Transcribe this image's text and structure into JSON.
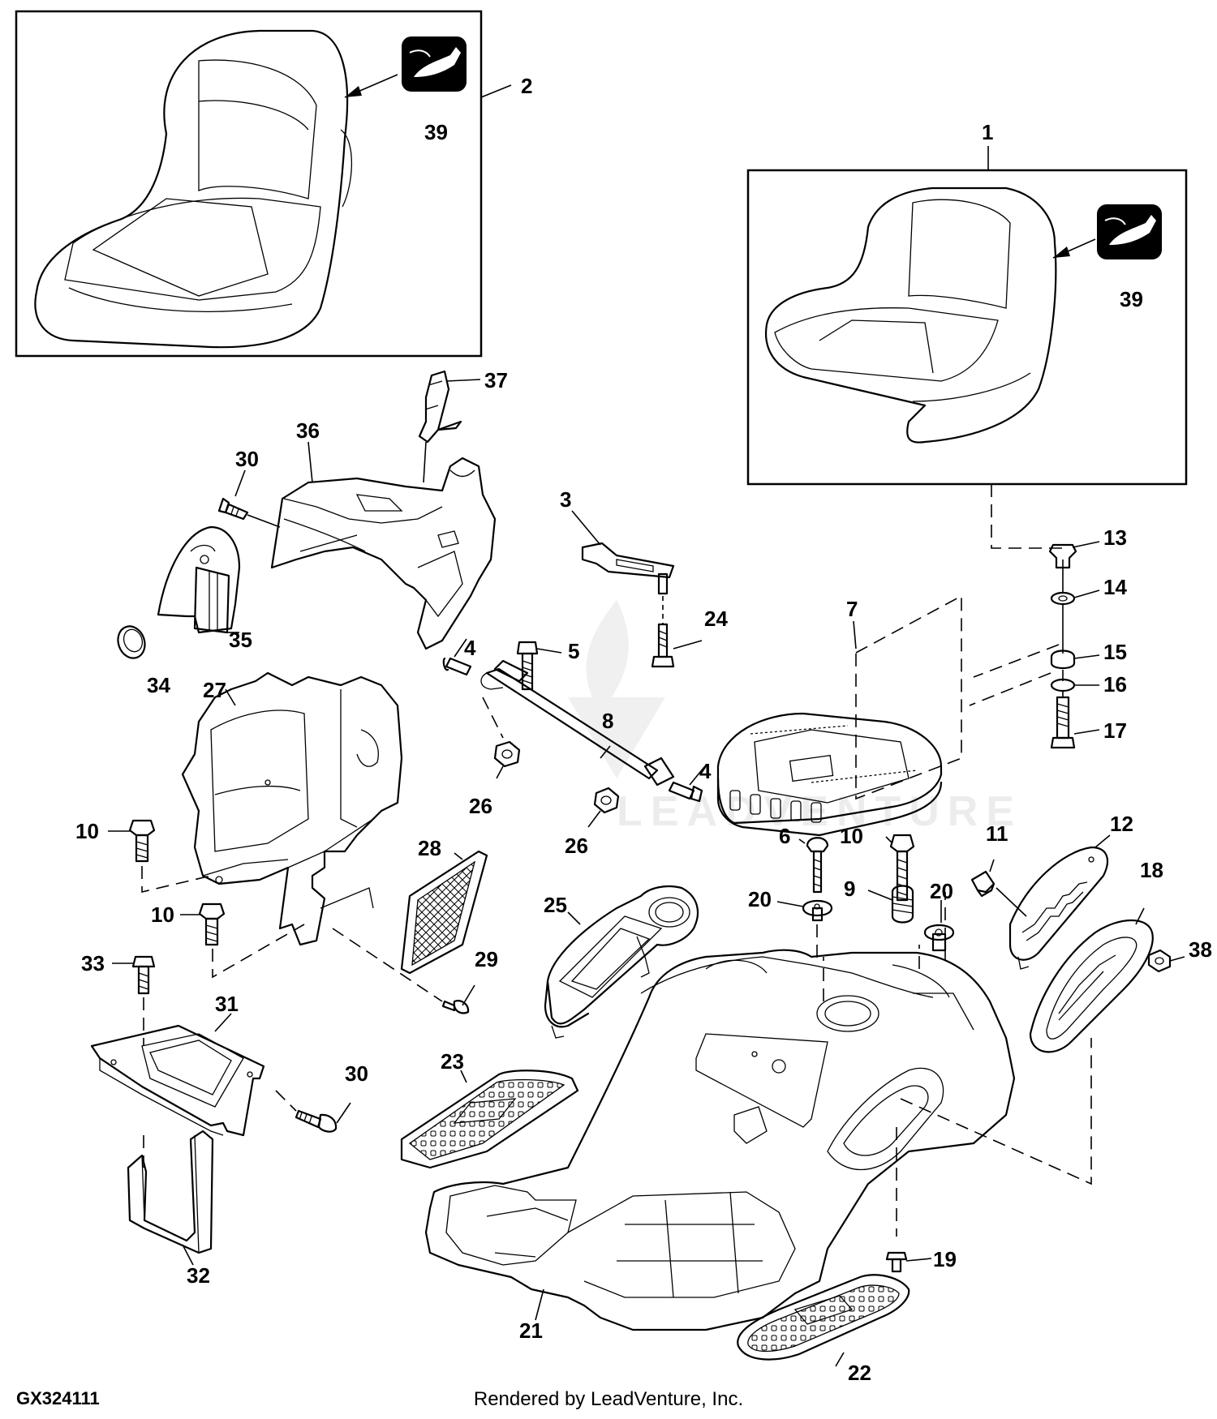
{
  "figure_id": "GX324111",
  "credit": "Rendered by LeadVenture, Inc.",
  "watermark": "LEADVENTURE",
  "callouts": {
    "c1": "1",
    "c2": "2",
    "c3": "3",
    "c4a": "4",
    "c4b": "4",
    "c5": "5",
    "c6": "6",
    "c7": "7",
    "c8": "8",
    "c9": "9",
    "c10a": "10",
    "c10b": "10",
    "c10c": "10",
    "c11": "11",
    "c12": "12",
    "c13": "13",
    "c14": "14",
    "c15": "15",
    "c16": "16",
    "c17": "17",
    "c18": "18",
    "c19": "19",
    "c20a": "20",
    "c20b": "20",
    "c21": "21",
    "c22": "22",
    "c23": "23",
    "c24": "24",
    "c25": "25",
    "c26a": "26",
    "c26b": "26",
    "c27": "27",
    "c28": "28",
    "c29": "29",
    "c30a": "30",
    "c30b": "30",
    "c31": "31",
    "c32": "32",
    "c33": "33",
    "c34": "34",
    "c35": "35",
    "c36": "36",
    "c37": "37",
    "c38": "38",
    "c39a": "39",
    "c39b": "39"
  }
}
